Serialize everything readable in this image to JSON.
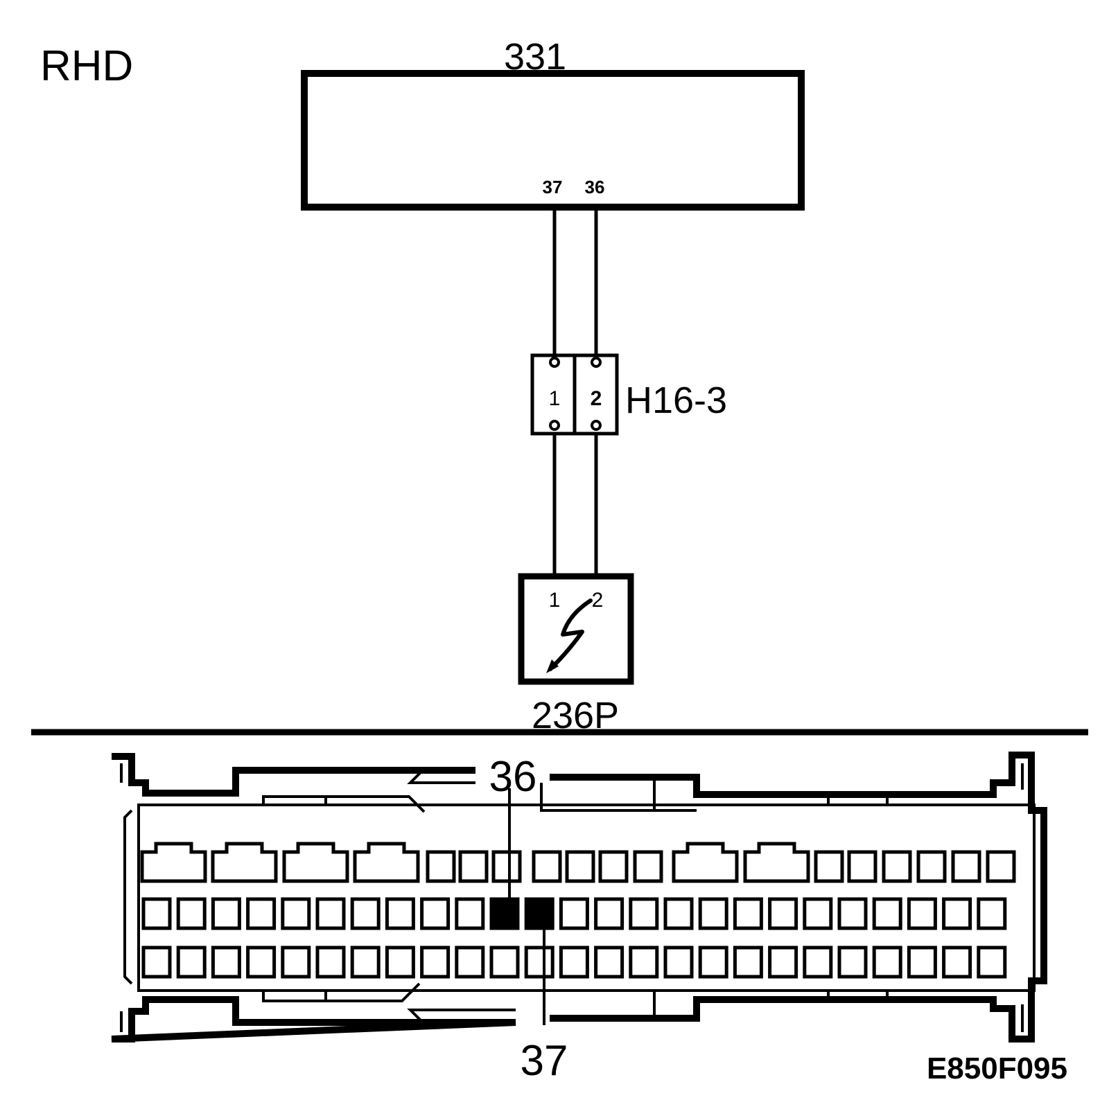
{
  "variant_label": "RHD",
  "module": {
    "id": "331",
    "pins": [
      "37",
      "36"
    ]
  },
  "connector_inline": {
    "id": "H16-3",
    "pins": [
      "1",
      "2"
    ]
  },
  "sensor": {
    "id": "236P",
    "pins": [
      "1",
      "2"
    ]
  },
  "connector_face": {
    "top_pin": "36",
    "bottom_pin": "37"
  },
  "figure_code": "E850F095"
}
